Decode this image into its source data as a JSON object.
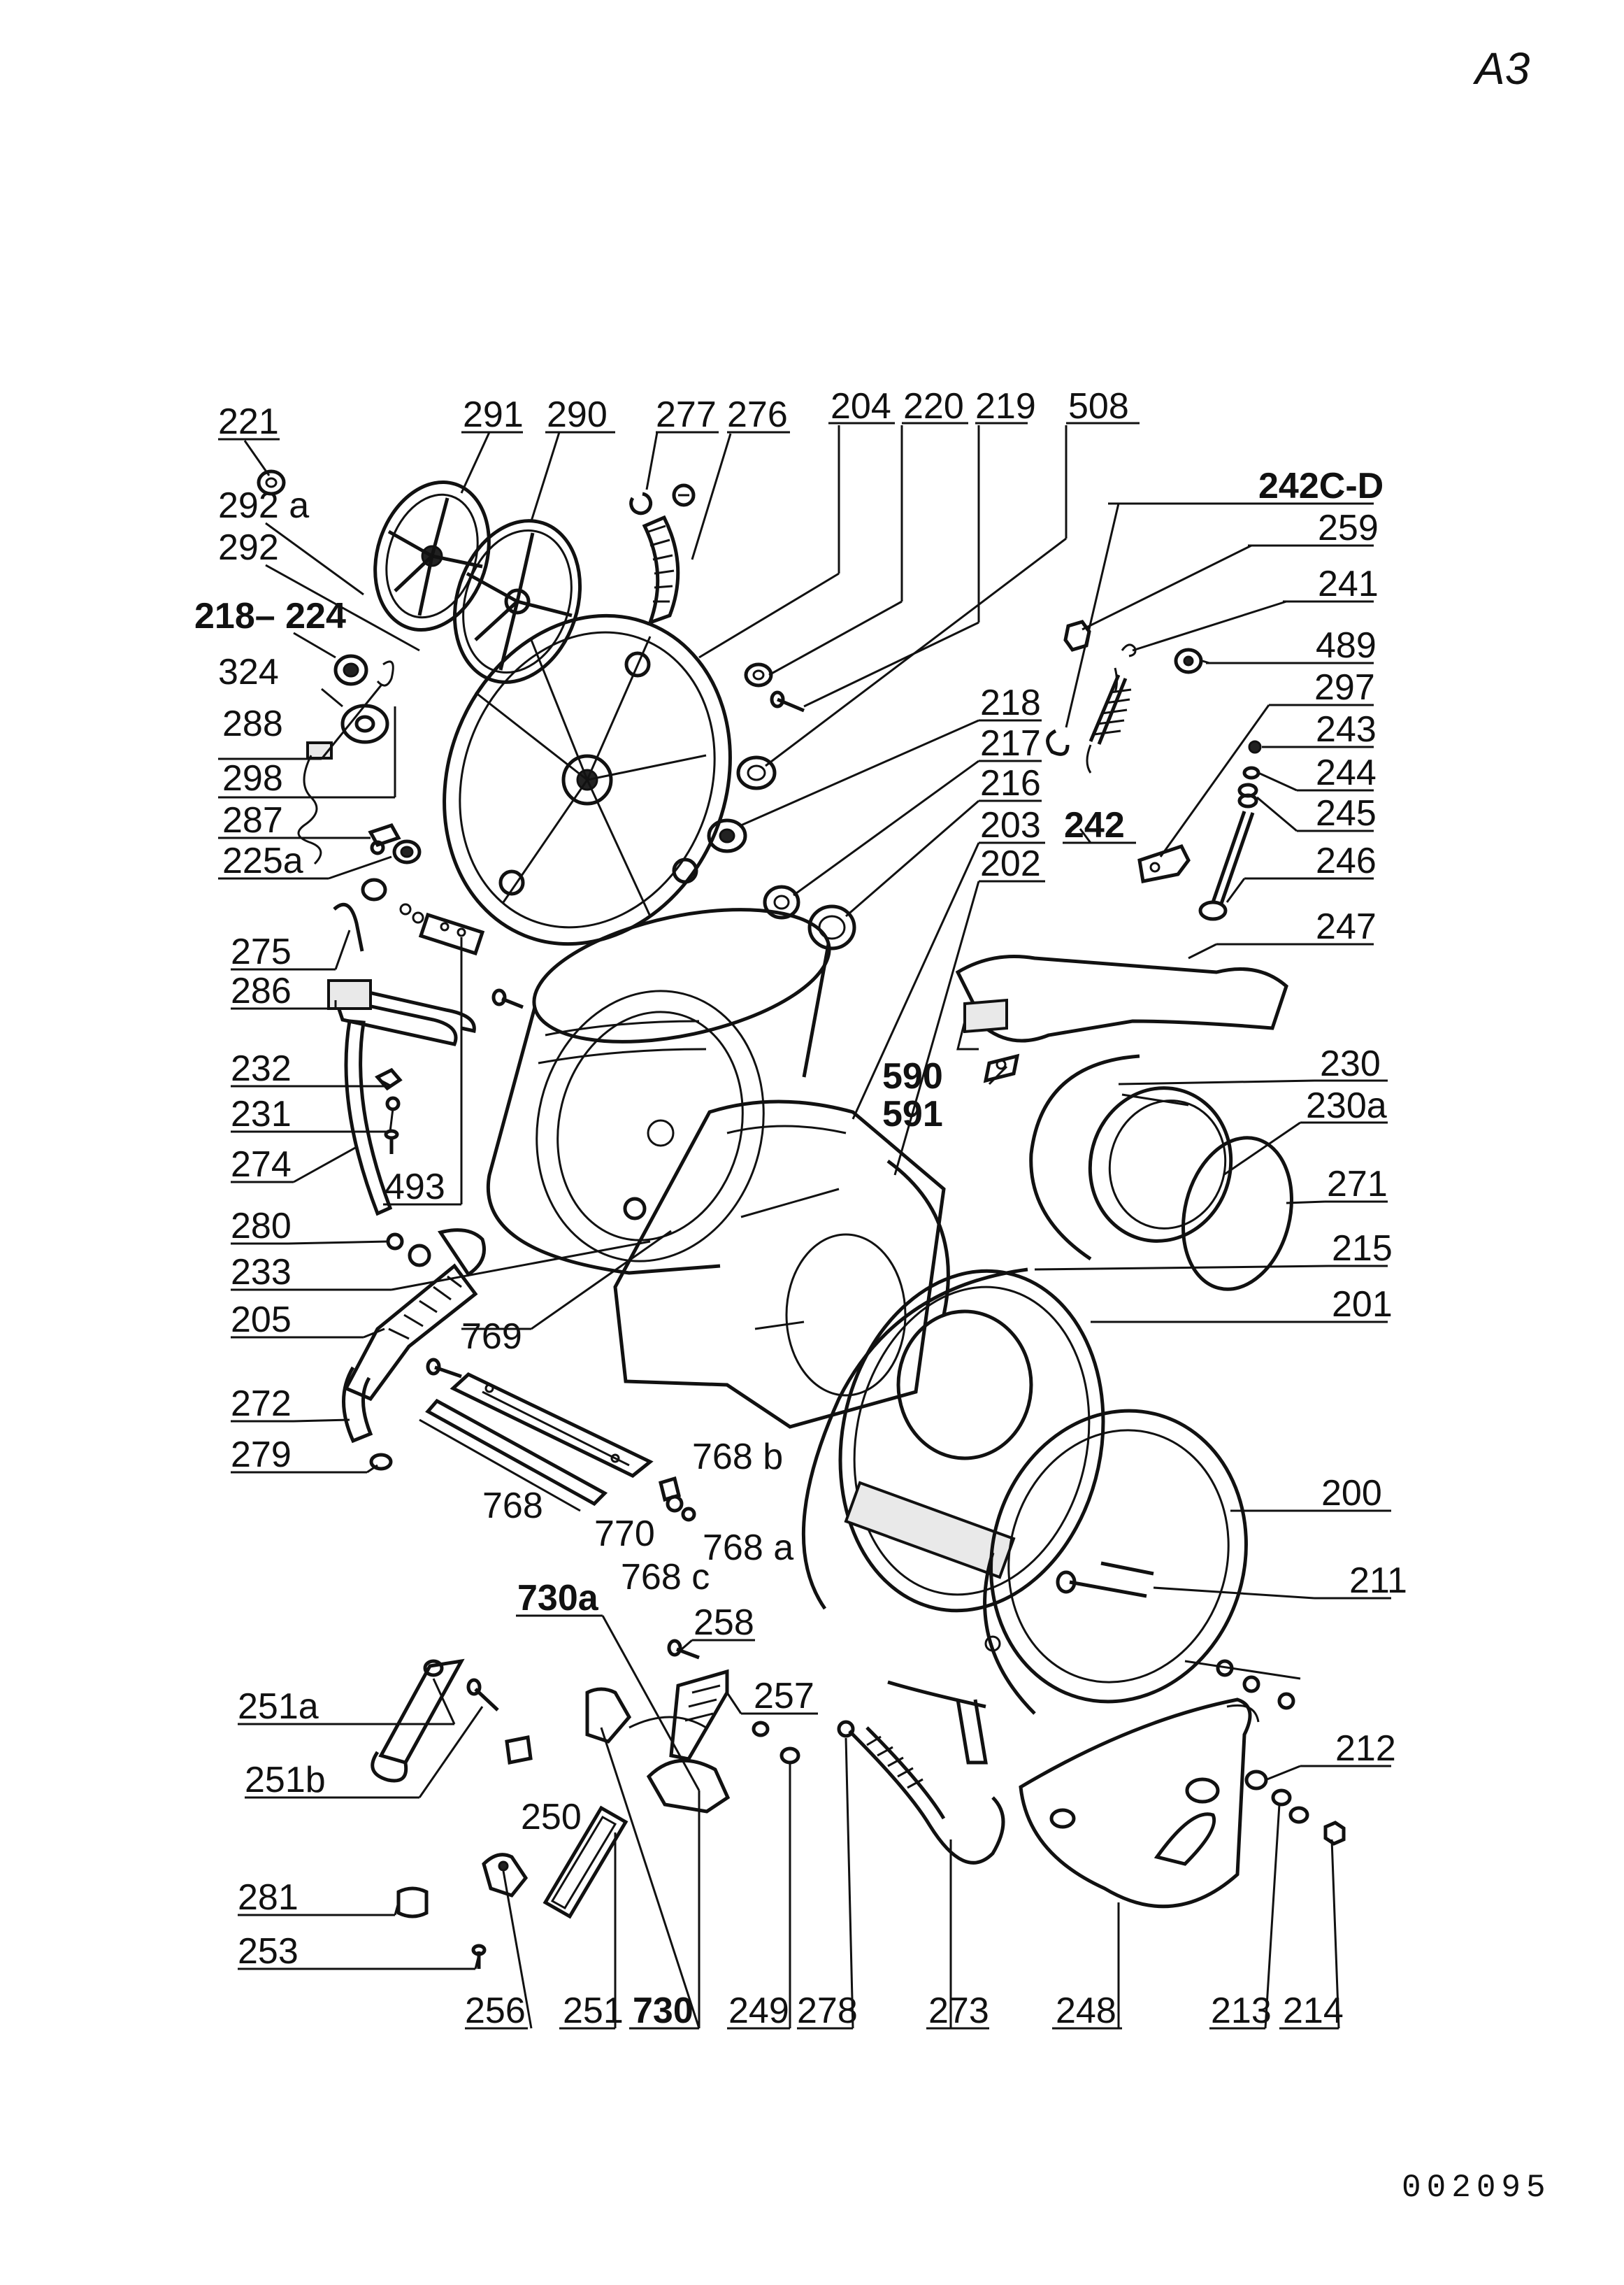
{
  "page_id": "A3",
  "doc_code": "002095",
  "labels": [
    {
      "id": "221",
      "text": "221"
    },
    {
      "id": "291",
      "text": "291"
    },
    {
      "id": "290",
      "text": "290"
    },
    {
      "id": "277",
      "text": "277"
    },
    {
      "id": "276",
      "text": "276"
    },
    {
      "id": "204",
      "text": "204"
    },
    {
      "id": "220",
      "text": "220"
    },
    {
      "id": "219",
      "text": "219"
    },
    {
      "id": "508",
      "text": "508"
    },
    {
      "id": "242cd",
      "text": "242C-D"
    },
    {
      "id": "259",
      "text": "259"
    },
    {
      "id": "241",
      "text": "241"
    },
    {
      "id": "489",
      "text": "489"
    },
    {
      "id": "297",
      "text": "297"
    },
    {
      "id": "243",
      "text": "243"
    },
    {
      "id": "244",
      "text": "244"
    },
    {
      "id": "245",
      "text": "245"
    },
    {
      "id": "246",
      "text": "246"
    },
    {
      "id": "247",
      "text": "247"
    },
    {
      "id": "292a",
      "text": "292 a"
    },
    {
      "id": "292",
      "text": "292"
    },
    {
      "id": "218224",
      "text": "218– 224"
    },
    {
      "id": "324",
      "text": "324"
    },
    {
      "id": "288",
      "text": "288"
    },
    {
      "id": "298",
      "text": "298"
    },
    {
      "id": "287",
      "text": "287"
    },
    {
      "id": "225a",
      "text": "225a"
    },
    {
      "id": "218",
      "text": "218"
    },
    {
      "id": "217",
      "text": "217"
    },
    {
      "id": "216",
      "text": "216"
    },
    {
      "id": "203",
      "text": "203"
    },
    {
      "id": "242",
      "text": "242"
    },
    {
      "id": "202",
      "text": "202"
    },
    {
      "id": "275",
      "text": "275"
    },
    {
      "id": "286",
      "text": "286"
    },
    {
      "id": "232",
      "text": "232"
    },
    {
      "id": "231",
      "text": "231"
    },
    {
      "id": "274",
      "text": "274"
    },
    {
      "id": "493",
      "text": "493"
    },
    {
      "id": "590",
      "text": "590"
    },
    {
      "id": "591",
      "text": "591"
    },
    {
      "id": "230",
      "text": "230"
    },
    {
      "id": "230a",
      "text": "230a"
    },
    {
      "id": "271",
      "text": "271"
    },
    {
      "id": "215",
      "text": "215"
    },
    {
      "id": "201",
      "text": "201"
    },
    {
      "id": "280",
      "text": "280"
    },
    {
      "id": "233",
      "text": "233"
    },
    {
      "id": "205",
      "text": "205"
    },
    {
      "id": "769",
      "text": "769"
    },
    {
      "id": "272",
      "text": "272"
    },
    {
      "id": "279",
      "text": "279"
    },
    {
      "id": "768b",
      "text": "768 b"
    },
    {
      "id": "768",
      "text": "768"
    },
    {
      "id": "770",
      "text": "770"
    },
    {
      "id": "768a",
      "text": "768 a"
    },
    {
      "id": "768c",
      "text": "768 c"
    },
    {
      "id": "200",
      "text": "200"
    },
    {
      "id": "211",
      "text": "211"
    },
    {
      "id": "730a",
      "text": "730a"
    },
    {
      "id": "258",
      "text": "258"
    },
    {
      "id": "257",
      "text": "257"
    },
    {
      "id": "251a",
      "text": "251a"
    },
    {
      "id": "251b",
      "text": "251b"
    },
    {
      "id": "250",
      "text": "250"
    },
    {
      "id": "212",
      "text": "212"
    },
    {
      "id": "281",
      "text": "281"
    },
    {
      "id": "253",
      "text": "253"
    },
    {
      "id": "256",
      "text": "256"
    },
    {
      "id": "251",
      "text": "251"
    },
    {
      "id": "730",
      "text": "730"
    },
    {
      "id": "249",
      "text": "249"
    },
    {
      "id": "278",
      "text": "278"
    },
    {
      "id": "273",
      "text": "273"
    },
    {
      "id": "248",
      "text": "248"
    },
    {
      "id": "213",
      "text": "213"
    },
    {
      "id": "214",
      "text": "214"
    }
  ]
}
